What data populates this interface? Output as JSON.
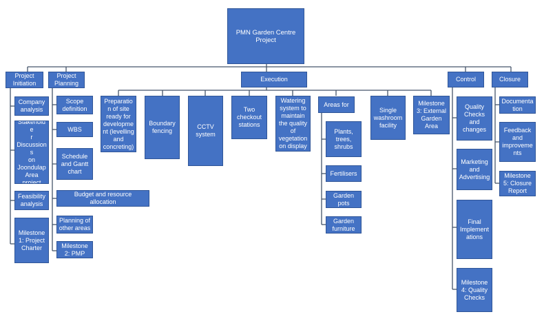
{
  "diagram": {
    "colors": {
      "box_fill": "#4472C4",
      "box_border": "#2F5597",
      "text": "#FFFFFF",
      "connector": "#44546A"
    },
    "root": {
      "label": "PMN Garden Centre\nProject"
    },
    "phases": {
      "initiation": {
        "label": "Project\nInitiation",
        "items": [
          "Company\nanalysis",
          "Stakeholde\nr\nDiscussions\non\nJoondulap\nArea\nproject",
          "Feasibility\nanalysis",
          "Milestone\n1: Project\nCharter"
        ]
      },
      "planning": {
        "label": "Project\nPlanning",
        "items": [
          "Scope\ndefinition",
          "WBS",
          "Schedule\nand Gantt\nchart",
          "Budget and resource\nallocation",
          "Planning of\nother areas",
          "Milestone\n2: PMP"
        ]
      },
      "execution": {
        "label": "Execution",
        "items": [
          "Preparatio\nn of site\nready for\ndevelopme\nnt (levelling\nand\nconcreting)",
          "Boundary\nfencing",
          "CCTV\nsystem",
          "Two\ncheckout\nstations",
          "Watering\nsystem to\nmaintain\nthe quality\nof\nvegetation\non display",
          "Areas for",
          "Single\nwashroom\nfacility",
          "Milestone\n3: External\nGarden\nArea"
        ],
        "areas_items": [
          "Plants,\ntrees,\nshrubs",
          "Fertilisers",
          "Garden\npots",
          "Garden\nfurniture"
        ]
      },
      "control": {
        "label": "Control",
        "items": [
          "Quality\nChecks and\nchanges",
          "Marketing\nand\nAdvertising",
          "Final\nImplement\nations",
          "Milestone\n4: Quality\nChecks"
        ]
      },
      "closure": {
        "label": "Closure",
        "items": [
          "Documenta\ntion",
          "Feedback\nand\nimproveme\nnts",
          "Milestone\n5: Closure\nReport"
        ]
      }
    }
  }
}
